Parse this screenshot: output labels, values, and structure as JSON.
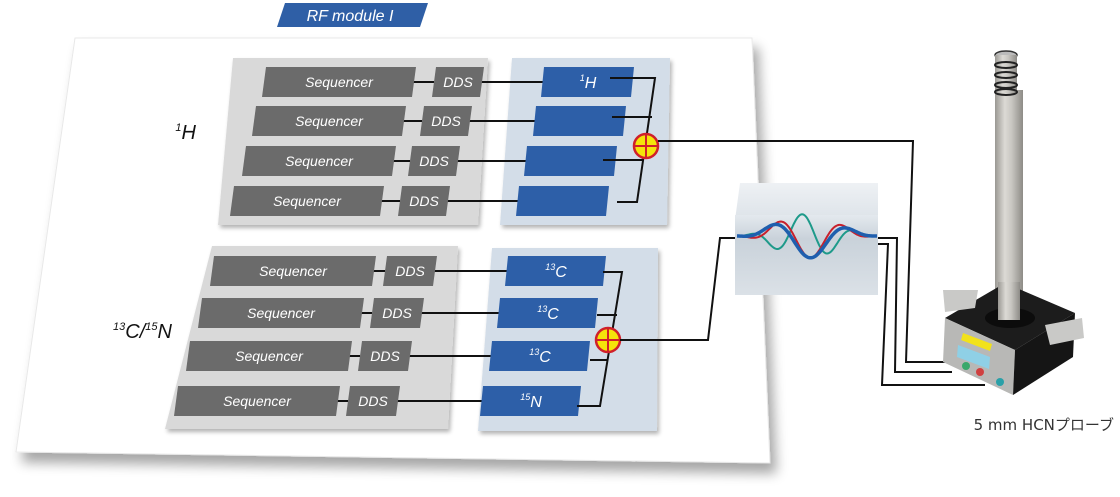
{
  "module_title": "RF module I",
  "groups": [
    {
      "label_sup": "1",
      "label_main": "H",
      "channels": [
        {
          "sequencer": "Sequencer",
          "dds": "DDS",
          "output_sup": "1",
          "output_main": "H"
        },
        {
          "sequencer": "Sequencer",
          "dds": "DDS",
          "output_sup": "",
          "output_main": ""
        },
        {
          "sequencer": "Sequencer",
          "dds": "DDS",
          "output_sup": "",
          "output_main": ""
        },
        {
          "sequencer": "Sequencer",
          "dds": "DDS",
          "output_sup": "",
          "output_main": ""
        }
      ]
    },
    {
      "label_sup": "13",
      "label_main": "C/",
      "label_sup2": "15",
      "label_main2": "N",
      "channels": [
        {
          "sequencer": "Sequencer",
          "dds": "DDS",
          "output_sup": "13",
          "output_main": "C"
        },
        {
          "sequencer": "Sequencer",
          "dds": "DDS",
          "output_sup": "13",
          "output_main": "C"
        },
        {
          "sequencer": "Sequencer",
          "dds": "DDS",
          "output_sup": "13",
          "output_main": "C"
        },
        {
          "sequencer": "Sequencer",
          "dds": "DDS",
          "output_sup": "15",
          "output_main": "N"
        }
      ]
    }
  ],
  "probe_caption": "5 mm HCNプローブ",
  "colors": {
    "title_tab": "#2f5fa6",
    "sequencer_box": "#6b6b6b",
    "group_panel": "#d9d9d9",
    "output_panel": "#d3dde8",
    "output_box": "#2d5fa8",
    "combiner_fill": "#f5e40a",
    "combiner_stroke": "#d0202a",
    "wave_blue": "#1f5fae",
    "wave_red": "#c8202c",
    "wave_teal": "#1e9a8a"
  }
}
